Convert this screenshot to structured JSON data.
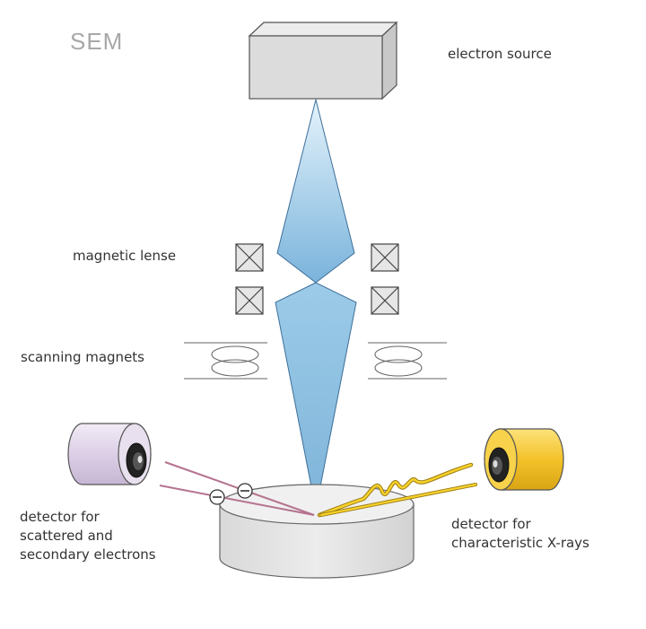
{
  "title": "SEM",
  "labels": {
    "electron_source": "electron source",
    "magnetic_lense": "magnetic lense",
    "scanning_magnets": "scanning magnets",
    "detector_electrons": [
      "detector for",
      "scattered and",
      "secondary electrons"
    ],
    "detector_xrays": [
      "detector for",
      "characteristic X-rays"
    ]
  },
  "icons": {
    "electron_symbol": "⊖"
  },
  "colors": {
    "beam_top": "#dff1fb",
    "beam_bottom": "#7db6dd",
    "electron_detector": "#ddd3e6",
    "xray_detector": "#f3c52c",
    "electron_trace": "#b5738f",
    "xray_trace": "#f0c51a"
  }
}
